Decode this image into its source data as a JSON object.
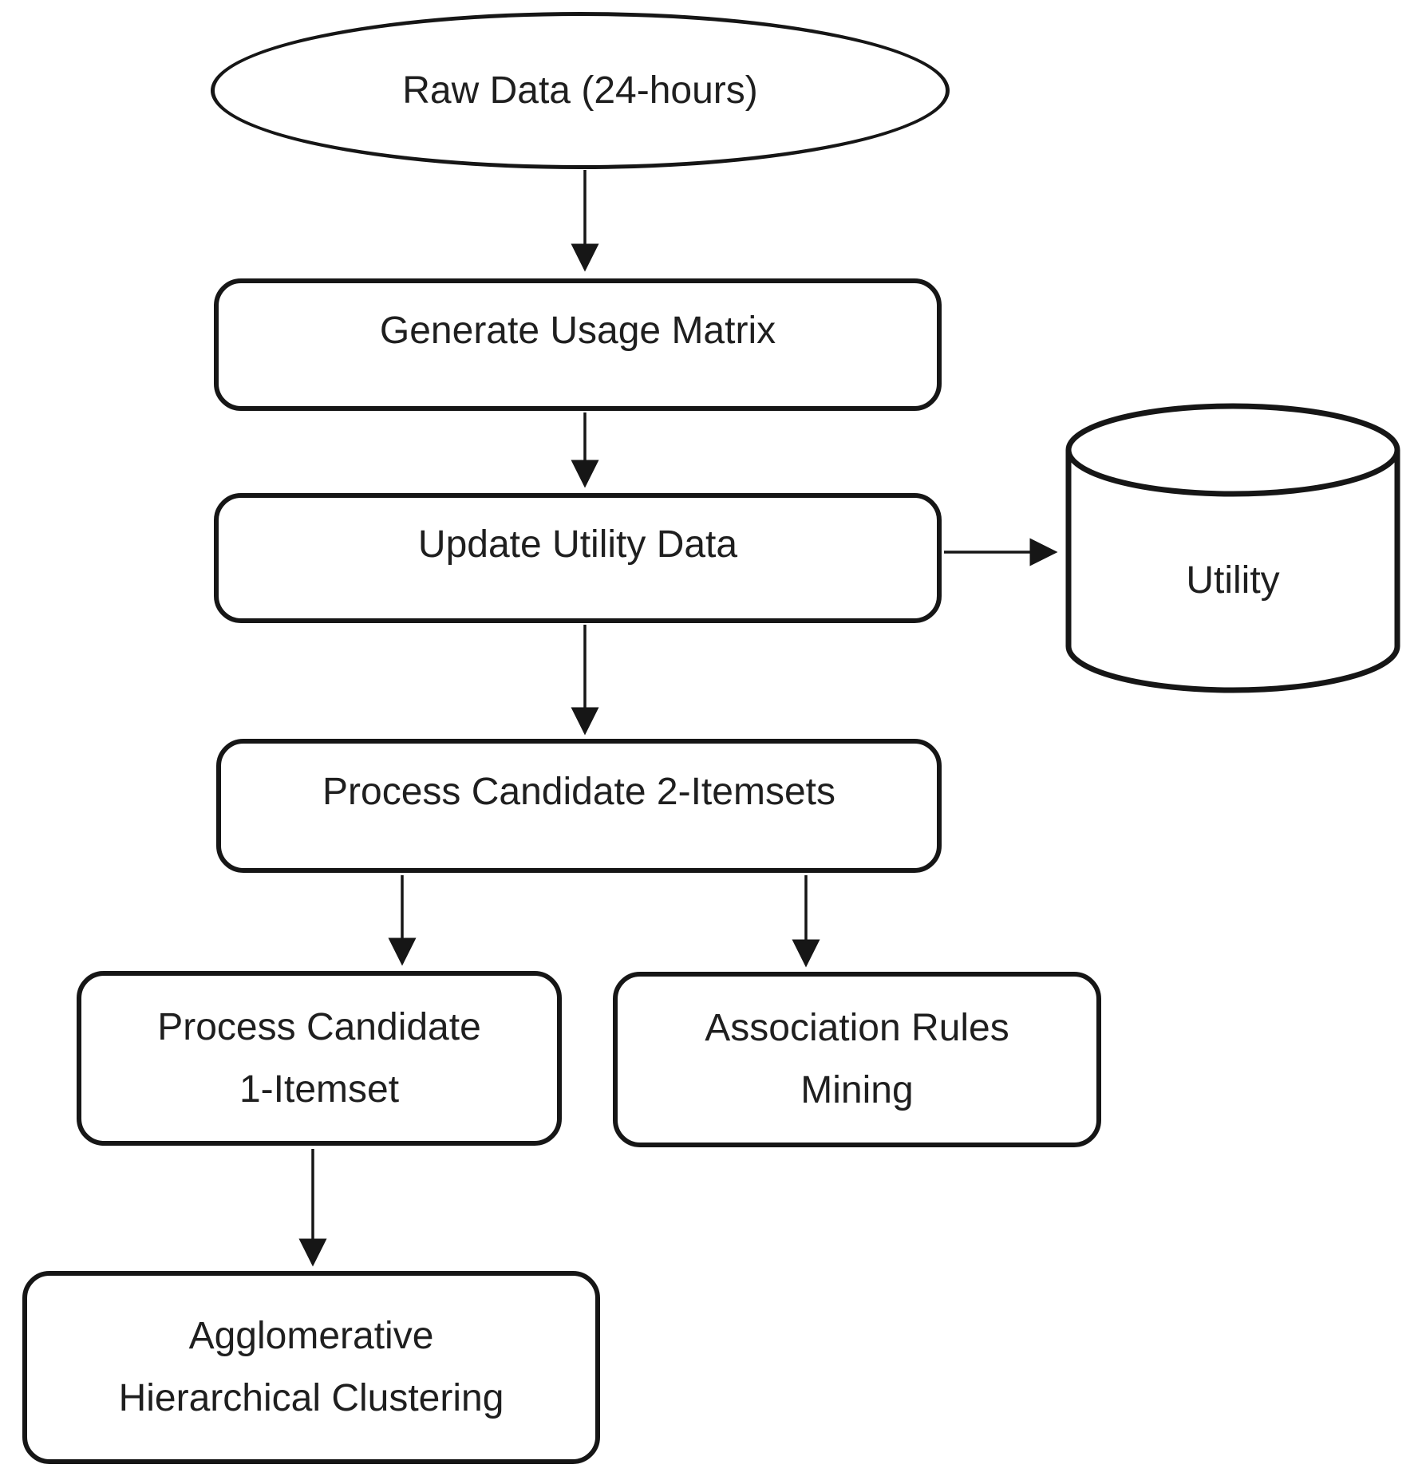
{
  "diagram": {
    "type": "flowchart",
    "background_color": "#ffffff",
    "stroke_color": "#161616",
    "text_color": "#1f1f1f",
    "nodes": {
      "raw_data": {
        "shape": "ellipse-terminator",
        "label": "Raw Data (24-hours)"
      },
      "generate_usage_matrix": {
        "shape": "rounded-process",
        "label": "Generate Usage Matrix"
      },
      "update_utility_data": {
        "shape": "rounded-process",
        "label": "Update Utility Data"
      },
      "utility_db": {
        "shape": "database-cylinder",
        "label": "Utility"
      },
      "process_candidate_2_itemsets": {
        "shape": "rounded-process",
        "label": "Process Candidate 2-Itemsets"
      },
      "process_candidate_1_itemset": {
        "shape": "rounded-process",
        "label": "Process Candidate 1-Itemset",
        "lines": [
          "Process Candidate",
          "1-Itemset"
        ]
      },
      "association_rules_mining": {
        "shape": "rounded-process",
        "label": "Association Rules Mining",
        "lines": [
          "Association Rules",
          "Mining"
        ]
      },
      "agglomerative_hierarchical_clustering": {
        "shape": "rounded-process",
        "label": "Agglomerative Hierarchical Clustering",
        "lines": [
          "Agglomerative",
          "Hierarchical Clustering"
        ]
      }
    },
    "edges": [
      {
        "from": "raw_data",
        "to": "generate_usage_matrix",
        "direction": "down"
      },
      {
        "from": "generate_usage_matrix",
        "to": "update_utility_data",
        "direction": "down"
      },
      {
        "from": "update_utility_data",
        "to": "utility_db",
        "direction": "right"
      },
      {
        "from": "update_utility_data",
        "to": "process_candidate_2_itemsets",
        "direction": "down"
      },
      {
        "from": "process_candidate_2_itemsets",
        "to": "process_candidate_1_itemset",
        "direction": "down"
      },
      {
        "from": "process_candidate_2_itemsets",
        "to": "association_rules_mining",
        "direction": "down"
      },
      {
        "from": "process_candidate_1_itemset",
        "to": "agglomerative_hierarchical_clustering",
        "direction": "down"
      }
    ]
  }
}
